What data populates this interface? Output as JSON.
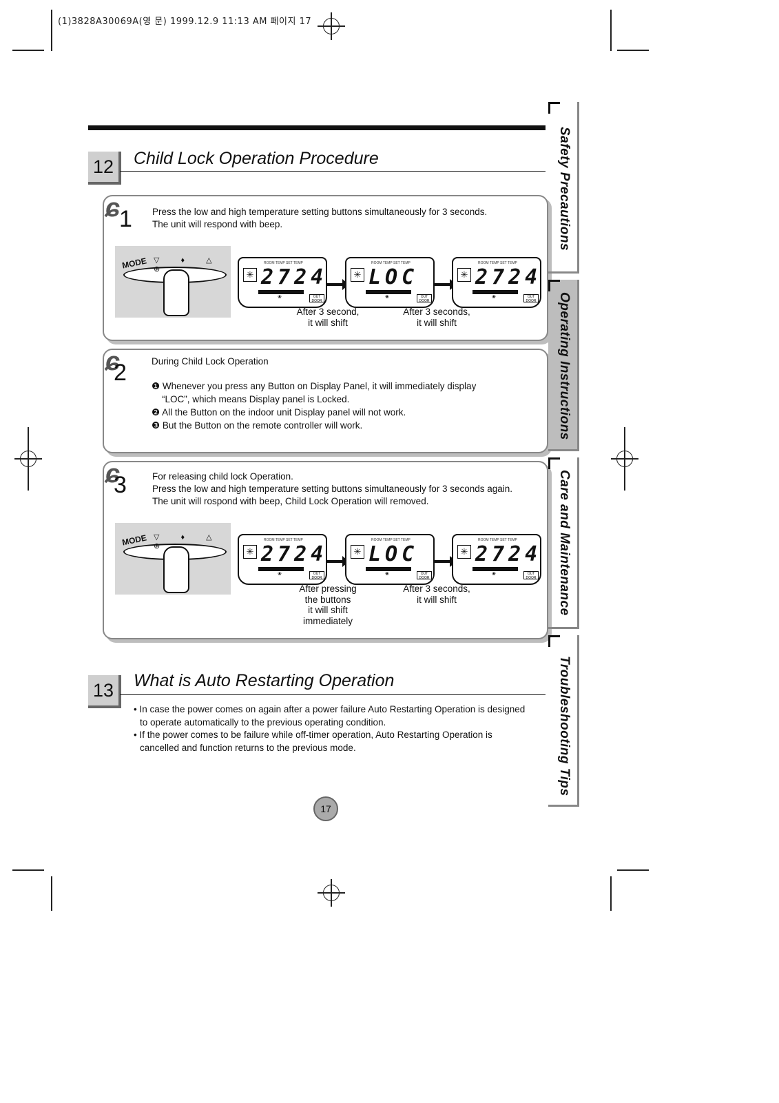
{
  "slug": "(1)3828A30069A(영 문) 1999.12.9 11:13 AM 페이지 17",
  "sections": {
    "child_lock": {
      "number": "12",
      "title": "Child Lock Operation Procedure",
      "step1": {
        "num": "1",
        "line1": "Press the low and high temperature setting buttons simultaneously for 3 seconds.",
        "line2": "The unit will respond with beep.",
        "caption_a": [
          "After 3 second,",
          "it will shift"
        ],
        "caption_b": [
          "After 3 seconds,",
          "it will shift"
        ]
      },
      "step2": {
        "num": "2",
        "heading": "During Child Lock Operation",
        "item1_a": "❶ Whenever you press any Button on Display Panel, it will immediately display",
        "item1_b": "“LOC”, which means Display panel is Locked.",
        "item2": "❷ All the Button on the indoor unit Display panel will not work.",
        "item3": "❸ But the Button on the remote controller will work."
      },
      "step3": {
        "num": "3",
        "line1": "For releasing child lock Operation.",
        "line2": "Press the low and high temperature setting buttons simultaneously for 3 seconds again.",
        "line3": "The unit will rospond with beep, Child Lock Operation will removed.",
        "caption_a": [
          "After pressing",
          "the buttons",
          "it will shift",
          "immediately"
        ],
        "caption_b": [
          "After 3 seconds,",
          "it will shift"
        ]
      }
    },
    "auto_restart": {
      "number": "13",
      "title": "What is Auto Restarting Operation",
      "bullet1_a": "• In case the power comes on again after a power failure Auto Restarting Operation is designed",
      "bullet1_b": "to operate automatically to the previous operating condition.",
      "bullet2_a": "• If the power comes to be failure while off-timer operation, Auto Restarting Operation is",
      "bullet2_b": "cancelled and function returns to the previous mode."
    }
  },
  "display": {
    "room_label": "ROOM TEMP",
    "set_label": "SET TEMP",
    "normal": "2724",
    "locked": "LOC",
    "timer": "OUT DOOR",
    "panel_mode": "MODE",
    "panel_syms": "▽ ♦ △ ⊛"
  },
  "side_tabs": [
    "Safety Precautions",
    "Operating Instructions",
    "Care and Maintenance",
    "Troubleshooting Tips"
  ],
  "page_number": "17"
}
